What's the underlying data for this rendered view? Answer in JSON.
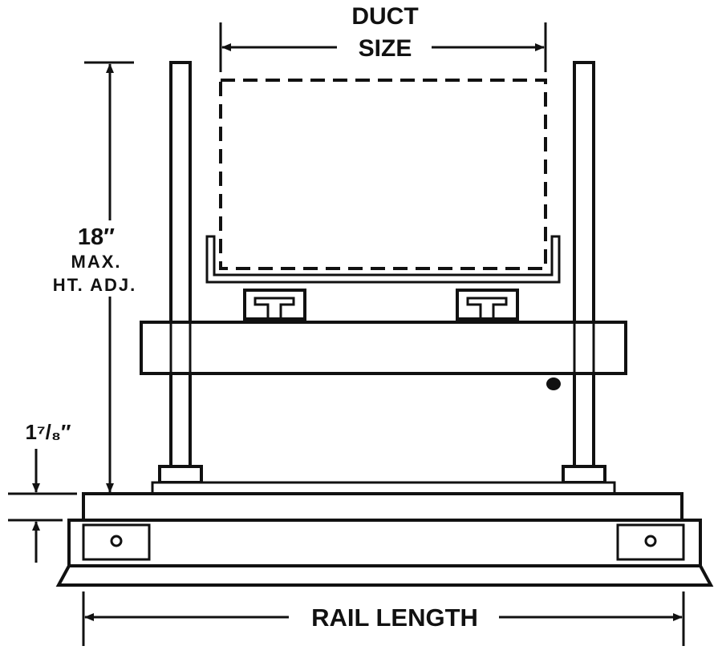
{
  "labels": {
    "duct": "DUCT",
    "size": "SIZE",
    "height_value": "18″",
    "height_max": "MAX.",
    "height_adj": "HT. ADJ.",
    "rail_offset": "1⁷/₈″",
    "rail_length": "RAIL LENGTH"
  },
  "colors": {
    "ink": "#111111",
    "paper": "#ffffff"
  }
}
